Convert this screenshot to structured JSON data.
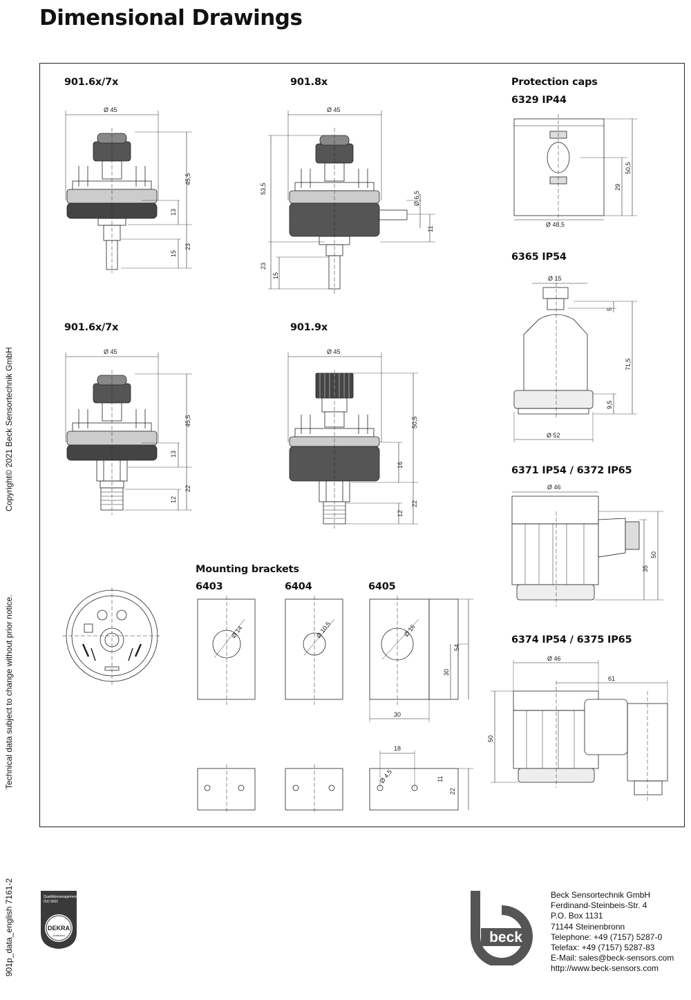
{
  "page_title": "Dimensional Drawings",
  "sections": {
    "s1": "901.6x/7x",
    "s2": "901.8x",
    "s3": "901.6x/7x",
    "s4": "901.9x",
    "caps_heading": "Protection caps",
    "cap1": "6329 IP44",
    "cap2": "6365 IP54",
    "cap3": "6371 IP54 / 6372 IP65",
    "cap4": "6374 IP54 / 6375 IP65",
    "brackets_heading": "Mounting brackets",
    "b1": "6403",
    "b2": "6404",
    "b3": "6405"
  },
  "dims": {
    "d45": "Ø 45",
    "d48_5": "Ø 48,5",
    "d15": "Ø 15",
    "d52": "Ø 52",
    "d46": "Ø 46",
    "d6_5": "Ø 6,5",
    "d14": "Ø 14",
    "d10_5": "Ø 10,5",
    "d16": "Ø 16",
    "d4_5": "Ø 4,5",
    "v45_5": "45,5",
    "v53_5": "53,5",
    "v50_5": "50,5",
    "v71_5": "71,5",
    "v9_5": "9,5",
    "v13": "13",
    "v23": "23",
    "v15": "15",
    "v11": "11",
    "v22": "22",
    "v12": "12",
    "v16": "16",
    "v29": "29",
    "v5": "5",
    "v50": "50",
    "v35": "35",
    "v61": "61",
    "v54": "54",
    "v30": "30",
    "v18": "18"
  },
  "sidebar": {
    "copyright": "Copyright© 2021  Beck Sensortechnik GmbH",
    "notice": "Technical data subject to change without prior notice.",
    "docref": "901p_data_english   7161-2"
  },
  "cert": {
    "line1": "Qualitätsmanagement",
    "line2": "ISO 9001",
    "brand": "DEKRA",
    "line3": "Zertifiziert"
  },
  "logo_text": "beck",
  "company": {
    "name": "Beck Sensortechnik GmbH",
    "street": "Ferdinand-Steinbeis-Str. 4",
    "pobox": "P.O. Box 1131",
    "city": "71144 Steinenbronn",
    "phone": "Telephone: +49 (7157) 5287-0",
    "fax": "Telefax: +49 (7157) 5287-83",
    "email": "E-Mail: sales@beck-sensors.com",
    "web": "http://www.beck-sensors.com"
  }
}
